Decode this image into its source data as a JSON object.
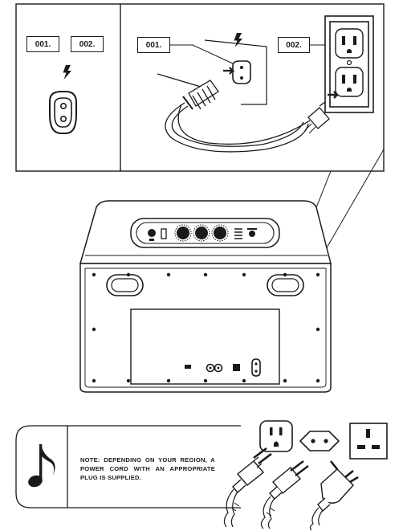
{
  "top_panel": {
    "left_cell": {
      "label_1": "001.",
      "label_2": "002.",
      "symbol": "lightning-icon"
    },
    "right_cell": {
      "label_1": "001.",
      "label_2": "002.",
      "symbol": "lightning-icon"
    }
  },
  "note": {
    "icon": "music-note-icon",
    "text": "NOTE: DEPENDING ON YOUR REGION, A POWER CORD WITH AN APPROPRIATE PLUG IS SUPPLIED."
  },
  "colors": {
    "ink": "#1a1a1a",
    "paper": "#ffffff",
    "shade": "#d9d9d9"
  }
}
